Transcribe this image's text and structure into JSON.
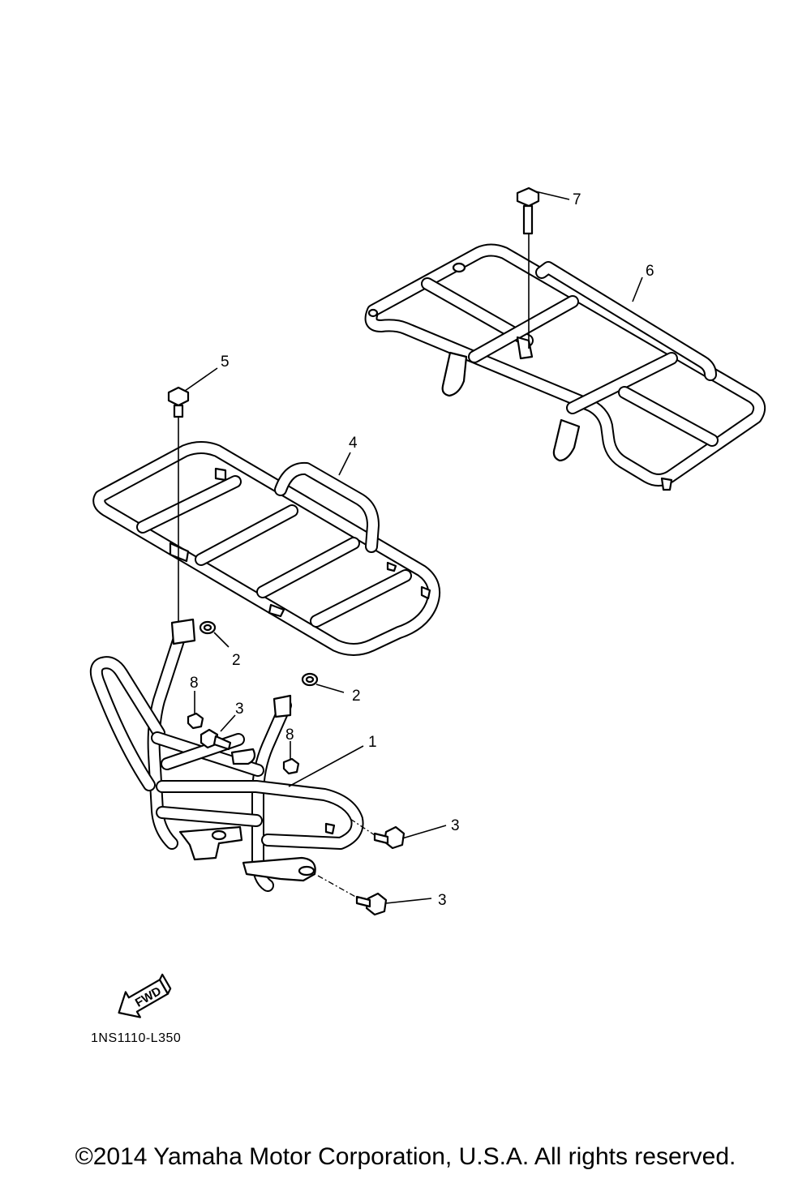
{
  "callouts": {
    "c1": "1",
    "c2a": "2",
    "c2b": "2",
    "c3a": "3",
    "c3b": "3",
    "c3c": "3",
    "c4": "4",
    "c5": "5",
    "c6": "6",
    "c7": "7",
    "c8a": "8",
    "c8b": "8"
  },
  "fwd_label": "FWD",
  "diagram_code": "1NS1110-L350",
  "copyright": "©2014 Yamaha Motor Corporation, U.S.A. All rights reserved."
}
